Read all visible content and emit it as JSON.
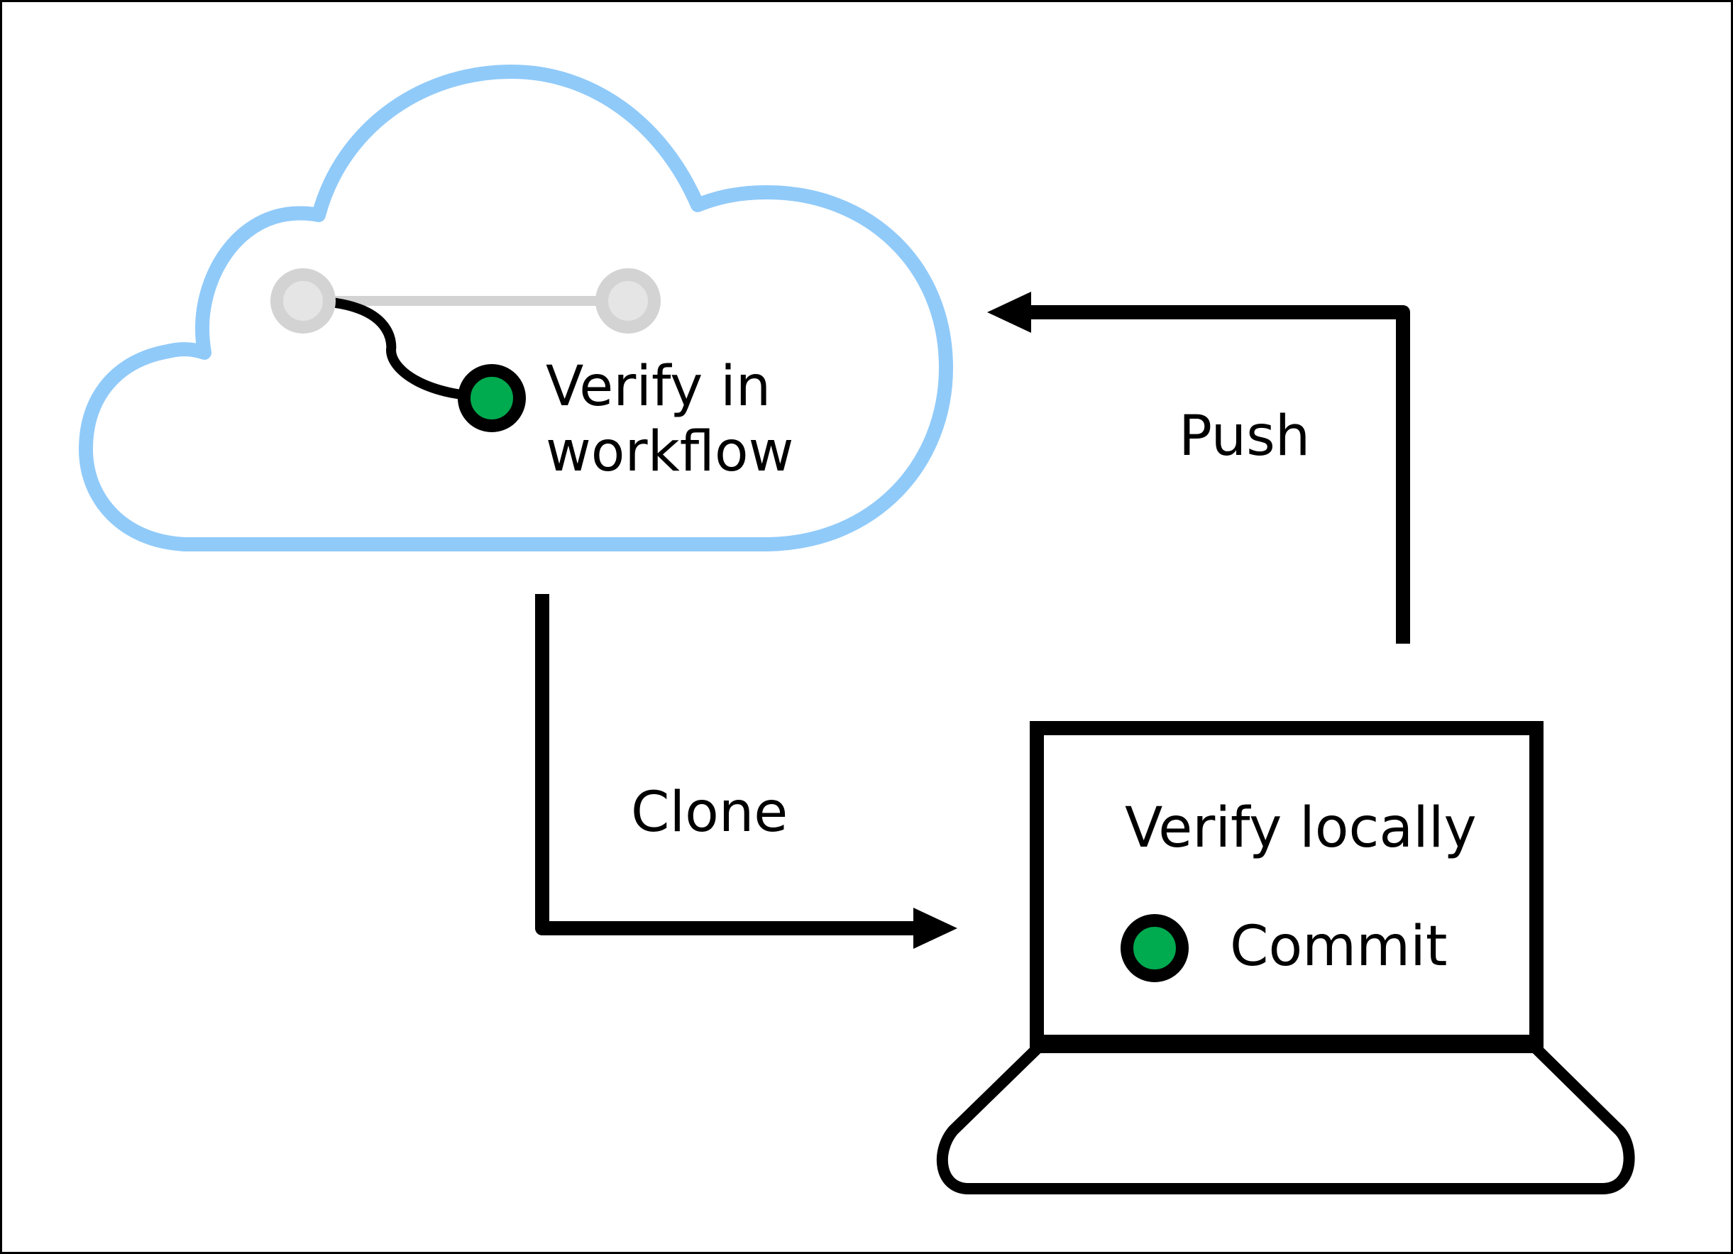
{
  "colors": {
    "cloud_outline": "#90CAF9",
    "commit_green": "#00AA4F",
    "branch_gray": "#D3D3D3",
    "commit_gray_fill": "#E5E5E5",
    "stroke": "#000000"
  },
  "icons": {
    "cloud": "cloud-icon",
    "laptop": "laptop-icon",
    "arrow": "arrow-icon",
    "commit": "commit-dot-icon"
  },
  "cloud": {
    "label_line1": "Verify in",
    "label_line2": "workflow"
  },
  "laptop": {
    "title": "Verify locally",
    "commit_label": "Commit"
  },
  "arrows": {
    "push_label": "Push",
    "clone_label": "Clone"
  }
}
